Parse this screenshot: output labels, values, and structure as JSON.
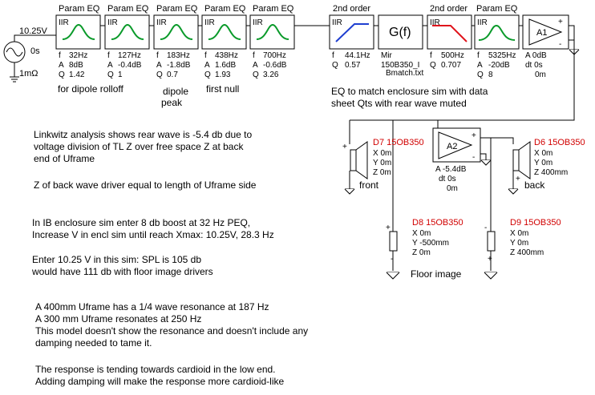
{
  "source": {
    "voltage": "10.25V",
    "phase": "0s",
    "impedance": "1mΩ"
  },
  "peq_blocks": [
    {
      "header": "Param EQ",
      "type": "IIR",
      "f": "32Hz",
      "a": "8dB",
      "q": "1.42"
    },
    {
      "header": "Param EQ",
      "type": "IIR",
      "f": "127Hz",
      "a": "-0.4dB",
      "q": "1"
    },
    {
      "header": "Param EQ",
      "type": "IIR",
      "f": "183Hz",
      "a": "-1.8dB",
      "q": "0.7"
    },
    {
      "header": "Param EQ",
      "type": "IIR",
      "f": "438Hz",
      "a": "1.6dB",
      "q": "1.93"
    },
    {
      "header": "Param EQ",
      "type": "IIR",
      "f": "700Hz",
      "a": "-0.6dB",
      "q": "3.26"
    }
  ],
  "chain2": {
    "hp": {
      "header": "2nd order",
      "type": "IIR",
      "f": "44.1Hz",
      "q": "0.57"
    },
    "gf": {
      "symbol": "G(f)",
      "line1": "Mir",
      "line2": "150B350_I",
      "line3": "Bmatch.txt"
    },
    "lp": {
      "header": "2nd order",
      "type": "IIR",
      "f": "500Hz",
      "q": "0.707"
    },
    "peq": {
      "header": "Param EQ",
      "type": "IIR",
      "f": "5325Hz",
      "a": "-20dB",
      "q": "8"
    },
    "amp": {
      "name": "A1",
      "a": "A  0dB",
      "dt": "dt 0s",
      "z": "0m"
    }
  },
  "labels": {
    "dipole_rolloff": "for dipole rolloff",
    "dipole_peak_1": "dipole",
    "dipole_peak_2": "peak",
    "first_null": "first null",
    "eq_note_1": "EQ to match enclosure sim with data",
    "eq_note_2": "sheet Qts with rear wave muted"
  },
  "notes": [
    "Linkwitz analysis shows rear wave is -5.4 db due to",
    "voltage division of TL Z over free space Z at back",
    "end of Uframe",
    "Z of back wave driver equal to length of Uframe side",
    "In IB enclosure sim enter 8 db boost at 32 Hz PEQ,",
    "Increase V in encl sim until reach Xmax: 10.25V, 28.3 Hz",
    "Enter 10.25 V in this sim:  SPL is 105 db",
    "would have 111 db with floor image drivers",
    "A 400mm Uframe has a 1/4 wave resonance at 187 Hz",
    "A 300 mm Uframe resonates at 250 Hz",
    "This model doesn't show the resonance and doesn't  include any",
    "damping needed to tame it.",
    "The response is tending towards cardioid in the low end.",
    "Adding damping will make the response more cardioid-like"
  ],
  "amp2": {
    "name": "A2",
    "a": "A  -5.4dB",
    "dt": "dt 0s",
    "z": "0m"
  },
  "drivers": {
    "d7": {
      "name": "D7 15OB350",
      "x": "X 0m",
      "y": "Y 0m",
      "z": "Z 0m",
      "label": "front"
    },
    "d6": {
      "name": "D6 15OB350",
      "x": "X 0m",
      "y": "Y 0m",
      "z": "Z 400mm",
      "label": "back"
    },
    "d8": {
      "name": "D8 15OB350",
      "x": "X 0m",
      "y": "Y -500mm",
      "z": "Z 0m"
    },
    "d9": {
      "name": "D9 15OB350",
      "x": "X 0m",
      "y": "Y 0m",
      "z": "Z 400mm"
    }
  },
  "floor_image": "Floor image",
  "colors": {
    "curve_green": "#0a9a2a",
    "curve_blue": "#1f3fd0",
    "curve_red": "#e0141c",
    "driver_label_red": "#d10000"
  }
}
